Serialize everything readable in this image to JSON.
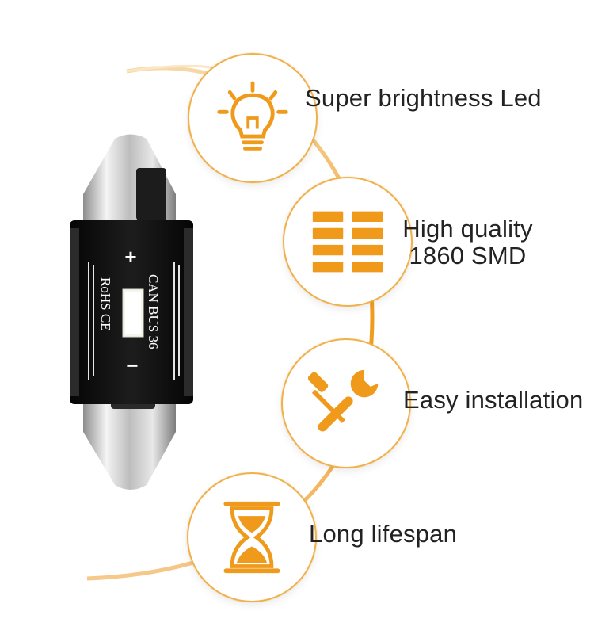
{
  "colors": {
    "accent": "#f09a1c",
    "accent_light": "#f6c266",
    "circle_border": "#f0b04a",
    "text": "#222222",
    "bulb_body": "#111111",
    "bulb_metal": "#c9c9c9"
  },
  "product": {
    "plus_sign": "+",
    "minus_sign": "−",
    "marking_1": "CAN BUS 36",
    "marking_2": "RoHS CE"
  },
  "features": [
    {
      "icon": "lightbulb-icon",
      "label": "Super brightness Led"
    },
    {
      "icon": "led-chip-grid-icon",
      "label_line1": "High quality",
      "label_line2": "1860 SMD"
    },
    {
      "icon": "wrench-screwdriver-icon",
      "label": "Easy installation"
    },
    {
      "icon": "hourglass-icon",
      "label": "Long lifespan"
    }
  ]
}
